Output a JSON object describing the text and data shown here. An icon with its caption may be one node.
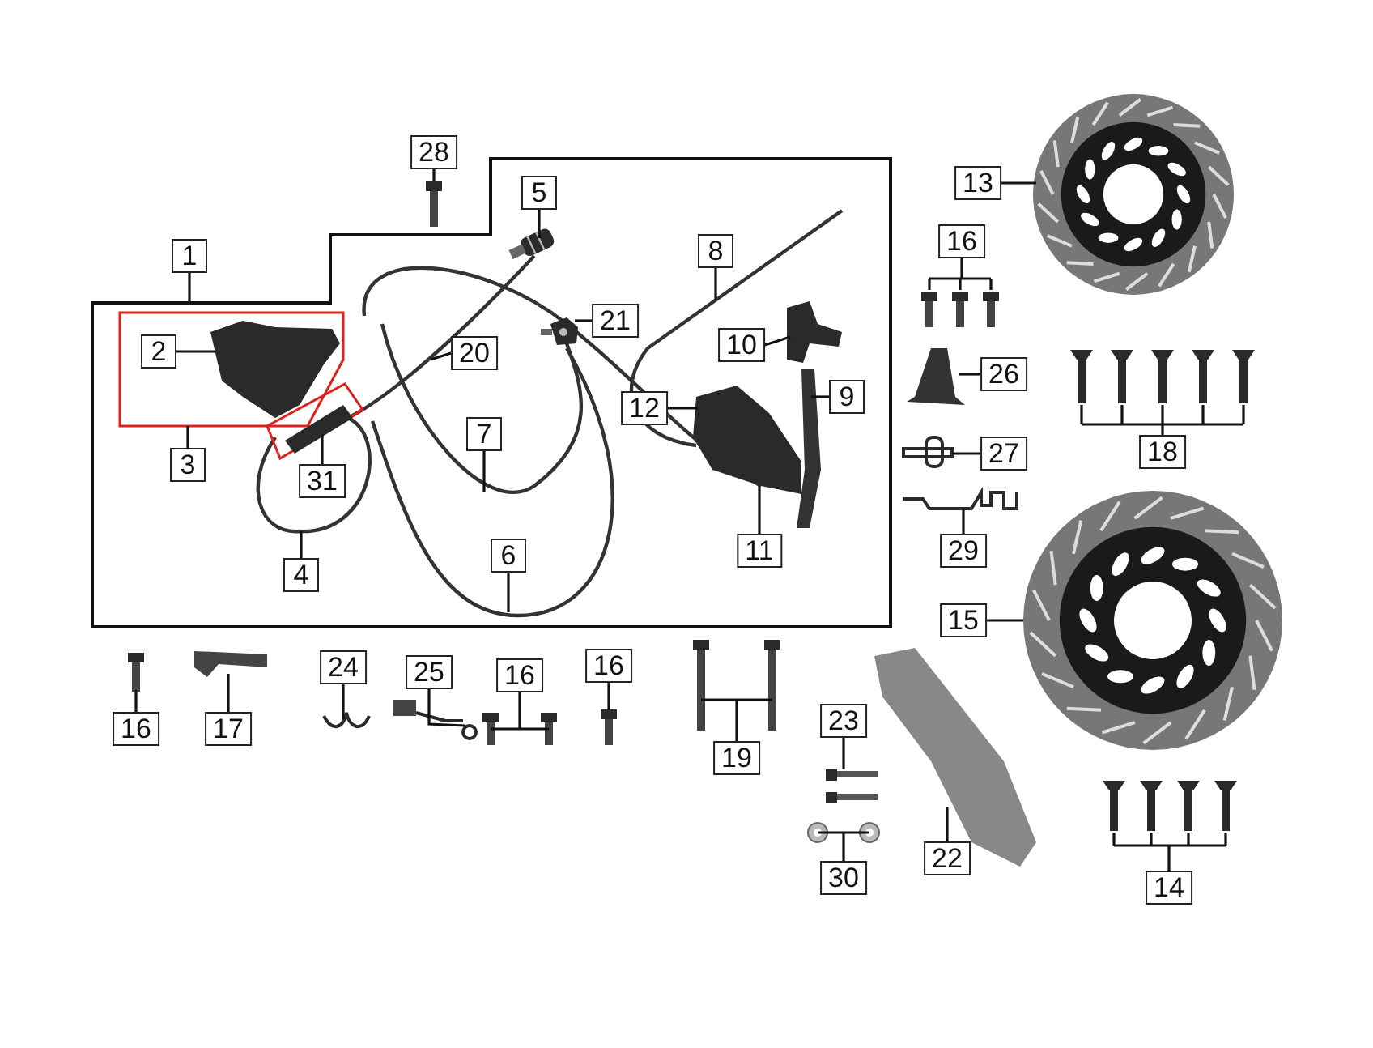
{
  "diagram": {
    "nodes": [
      {
        "text": [],
        "shape": "box"
      },
      {
        "text": [
          "1"
        ]
      },
      {
        "text": [
          "28"
        ]
      },
      {
        "text": [],
        "shape": "box",
        "in": 0
      },
      {
        "text": [
          "2"
        ],
        "in": 3
      },
      {
        "text": [],
        "shape": "box",
        "in": 0
      },
      {
        "text": [
          "3"
        ],
        "in": 0
      },
      {
        "text": [
          "31"
        ],
        "in": 0
      },
      {
        "text": [
          "5"
        ],
        "in": 0
      },
      {
        "text": [
          "21"
        ],
        "in": 0
      },
      {
        "text": [
          "20"
        ],
        "in": 0
      },
      {
        "text": [
          "8"
        ],
        "in": 0
      },
      {
        "text": [
          "10"
        ],
        "in": 0
      },
      {
        "text": [
          "12"
        ],
        "in": 0
      },
      {
        "text": [
          "9"
        ],
        "in": 0
      },
      {
        "text": [
          "7"
        ],
        "in": 0
      },
      {
        "text": [
          "4"
        ],
        "in": 0
      },
      {
        "text": [
          "6"
        ],
        "in": 0
      },
      {
        "text": [
          "11"
        ],
        "in": 0
      },
      {
        "text": [
          "13"
        ]
      },
      {
        "text": [
          "16"
        ]
      },
      {
        "text": [
          "26"
        ]
      },
      {
        "text": [
          "18"
        ]
      },
      {
        "text": [
          "27"
        ]
      },
      {
        "text": [
          "29"
        ]
      },
      {
        "text": [
          "15"
        ]
      },
      {
        "text": [
          "16"
        ]
      },
      {
        "text": [
          "17"
        ]
      },
      {
        "text": [
          "24"
        ]
      },
      {
        "text": [
          "25"
        ]
      },
      {
        "text": [
          "16"
        ]
      },
      {
        "text": [
          "16"
        ]
      },
      {
        "text": [
          "19"
        ]
      },
      {
        "text": [
          "23"
        ]
      },
      {
        "text": [
          "30"
        ]
      },
      {
        "text": [
          "22"
        ]
      },
      {
        "text": [
          "14"
        ]
      },
      {
        "text": [],
        "shape": "picture"
      },
      {
        "text": [],
        "shape": "picture",
        "in": 3
      },
      {
        "text": [],
        "shape": "picture",
        "in": 5
      },
      {
        "text": [],
        "shape": "picture",
        "in": 0
      },
      {
        "text": [],
        "shape": "picture",
        "in": 0
      },
      {
        "text": [],
        "shape": "picture",
        "in": 0
      },
      {
        "text": [],
        "shape": "picture",
        "in": 0
      },
      {
        "text": [],
        "shape": "picture",
        "in": 0
      },
      {
        "text": [],
        "shape": "picture"
      },
      {
        "text": [],
        "shape": "picture"
      },
      {
        "text": [],
        "shape": "picture"
      },
      {
        "text": [],
        "shape": "picture"
      },
      {
        "text": [],
        "shape": "picture"
      },
      {
        "text": [],
        "shape": "picture"
      },
      {
        "text": [],
        "shape": "picture"
      },
      {
        "text": [],
        "shape": "picture"
      },
      {
        "text": [],
        "shape": "picture"
      },
      {
        "text": [],
        "shape": "picture"
      },
      {
        "text": [],
        "shape": "picture"
      },
      {
        "text": [],
        "shape": "picture"
      },
      {
        "text": [],
        "shape": "picture"
      },
      {
        "text": [],
        "shape": "picture"
      },
      {
        "text": [],
        "shape": "picture"
      },
      {
        "text": [],
        "shape": "picture"
      },
      {
        "text": [],
        "shape": "picture"
      },
      {
        "text": [],
        "shape": "picture"
      }
    ],
    "edges": [
      {
        "from": 1,
        "to": 0,
        "arrow": "none"
      },
      {
        "from": 2,
        "to": 37,
        "arrow": "none"
      },
      {
        "from": 4,
        "to": 38,
        "arrow": "none"
      },
      {
        "from": 6,
        "to": 3,
        "arrow": "none"
      },
      {
        "from": 7,
        "to": 5,
        "arrow": "none"
      },
      {
        "from": 8,
        "to": 40,
        "arrow": "none"
      },
      {
        "from": 9,
        "to": 41,
        "arrow": "none"
      },
      {
        "from": 10,
        "to": null,
        "arrow": "none"
      },
      {
        "from": 11,
        "to": null,
        "arrow": "none"
      },
      {
        "from": 12,
        "to": 42,
        "arrow": "none"
      },
      {
        "from": 13,
        "to": 44,
        "arrow": "none"
      },
      {
        "from": 14,
        "to": 43,
        "arrow": "none"
      },
      {
        "from": 15,
        "to": null,
        "arrow": "none"
      },
      {
        "from": 16,
        "to": null,
        "arrow": "none"
      },
      {
        "from": 17,
        "to": null,
        "arrow": "none"
      },
      {
        "from": 18,
        "to": 44,
        "arrow": "none"
      },
      {
        "from": 19,
        "to": 45,
        "arrow": "none"
      },
      {
        "from": 20,
        "to": 46,
        "arrow": "none"
      },
      {
        "from": 21,
        "to": 47,
        "arrow": "none"
      },
      {
        "from": 22,
        "to": 48,
        "arrow": "none"
      },
      {
        "from": 23,
        "to": 49,
        "arrow": "none"
      },
      {
        "from": 24,
        "to": 50,
        "arrow": "none"
      },
      {
        "from": 25,
        "to": 51,
        "arrow": "none"
      },
      {
        "from": 26,
        "to": 52,
        "arrow": "none"
      },
      {
        "from": 27,
        "to": 53,
        "arrow": "none"
      },
      {
        "from": 28,
        "to": 54,
        "arrow": "none"
      },
      {
        "from": 29,
        "to": 55,
        "arrow": "none"
      },
      {
        "from": 30,
        "to": 56,
        "arrow": "none"
      },
      {
        "from": 31,
        "to": 57,
        "arrow": "none"
      },
      {
        "from": 32,
        "to": 58,
        "arrow": "none"
      },
      {
        "from": 33,
        "to": 59,
        "arrow": "none"
      },
      {
        "from": 34,
        "to": 60,
        "arrow": "none"
      },
      {
        "from": 35,
        "to": 61,
        "arrow": "none"
      },
      {
        "from": 36,
        "to": 62,
        "arrow": "none"
      }
    ]
  }
}
